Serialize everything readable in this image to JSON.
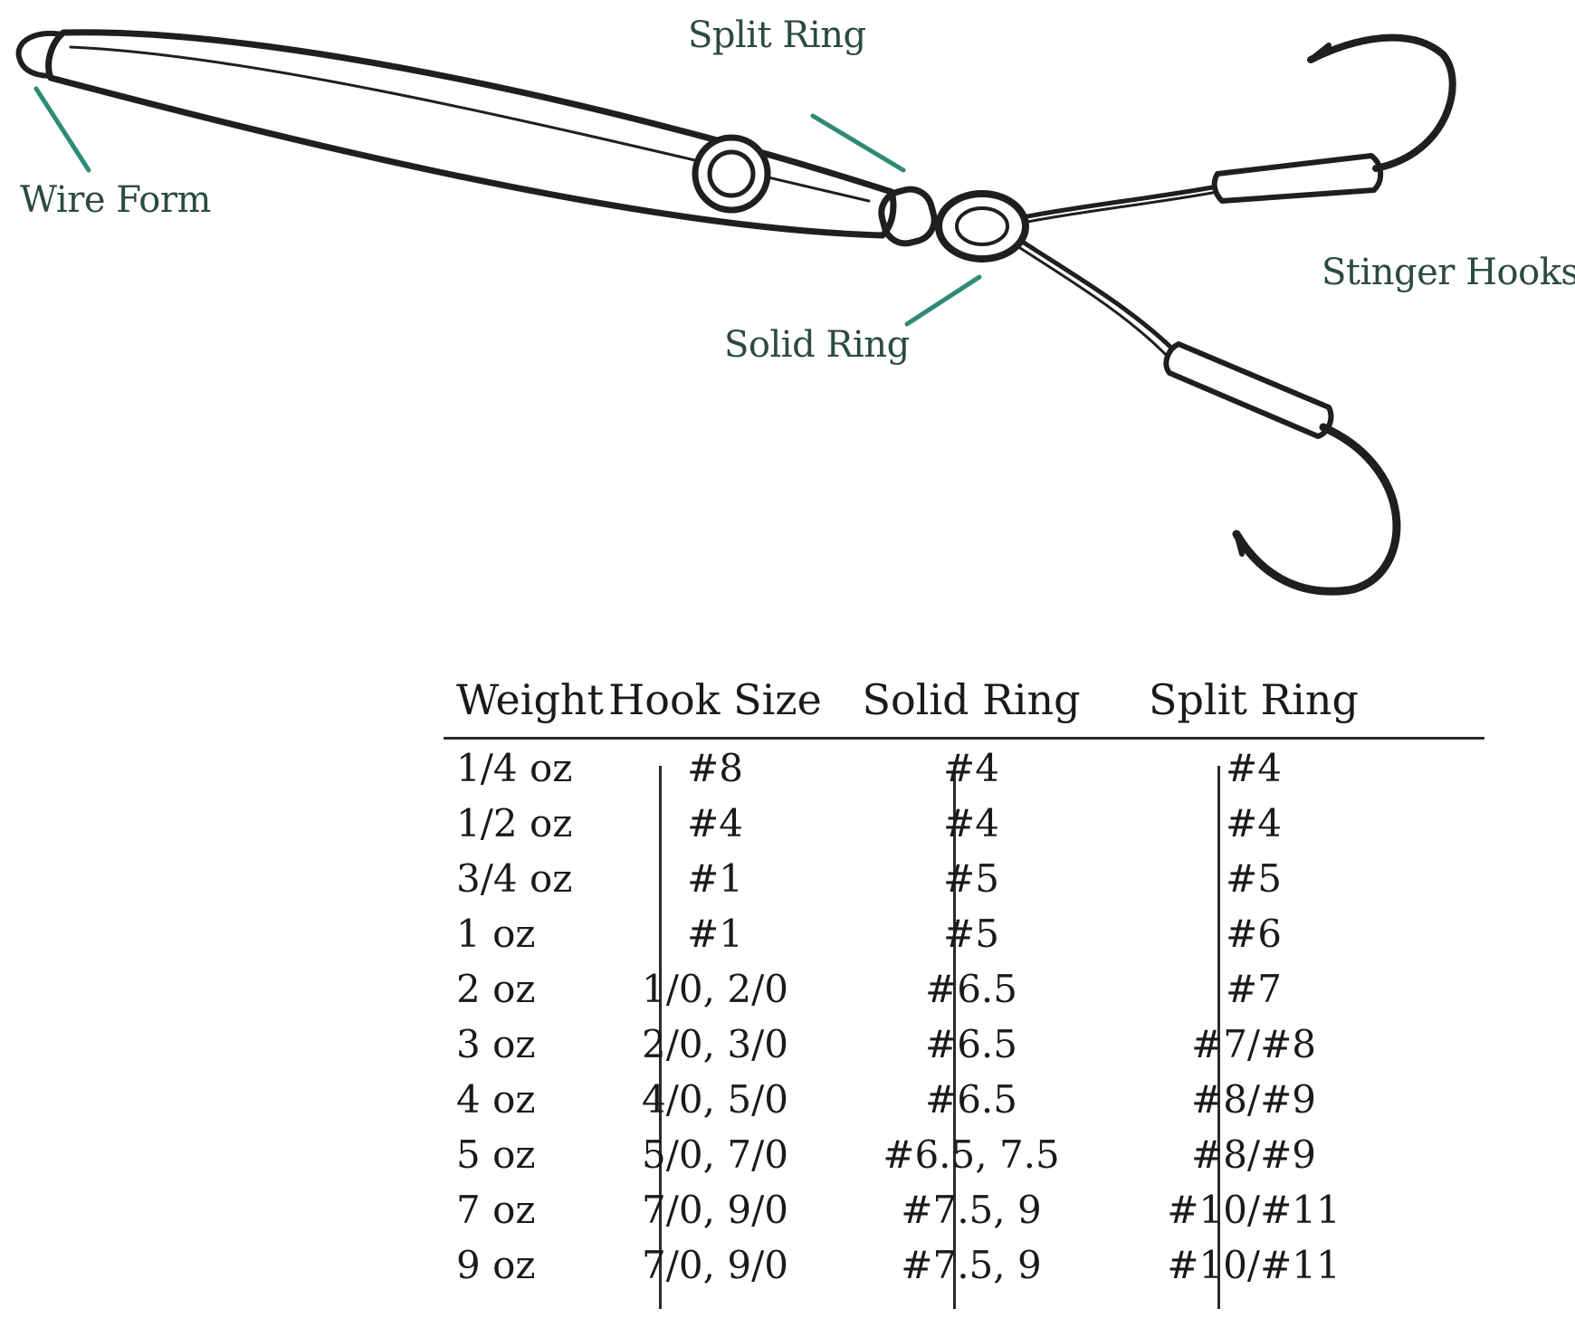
{
  "diagram": {
    "labels": {
      "wire_form": "Wire Form",
      "split_ring": "Split Ring",
      "solid_ring": "Solid Ring",
      "stinger_hooks": "Stinger Hooks"
    },
    "colors": {
      "ink": "#1f1f1f",
      "callout_line": "#2f8a78",
      "callout_text": "#2c4a44"
    }
  },
  "table": {
    "headers": [
      "Weight",
      "Hook Size",
      "Solid Ring",
      "Split Ring"
    ],
    "rows": [
      [
        "1/4 oz",
        "#8",
        "#4",
        "#4"
      ],
      [
        "1/2 oz",
        "#4",
        "#4",
        "#4"
      ],
      [
        "3/4 oz",
        "#1",
        "#5",
        "#5"
      ],
      [
        "1 oz",
        "#1",
        "#5",
        "#6"
      ],
      [
        "2 oz",
        "1/0, 2/0",
        "#6.5",
        "#7"
      ],
      [
        "3 oz",
        "2/0, 3/0",
        "#6.5",
        "#7/#8"
      ],
      [
        "4 oz",
        "4/0, 5/0",
        "#6.5",
        "#8/#9"
      ],
      [
        "5 oz",
        "5/0, 7/0",
        "#6.5, 7.5",
        "#8/#9"
      ],
      [
        "7 oz",
        "7/0, 9/0",
        "#7.5, 9",
        "#10/#11"
      ],
      [
        "9 oz",
        "7/0, 9/0",
        "#7.5, 9",
        "#10/#11"
      ]
    ]
  }
}
